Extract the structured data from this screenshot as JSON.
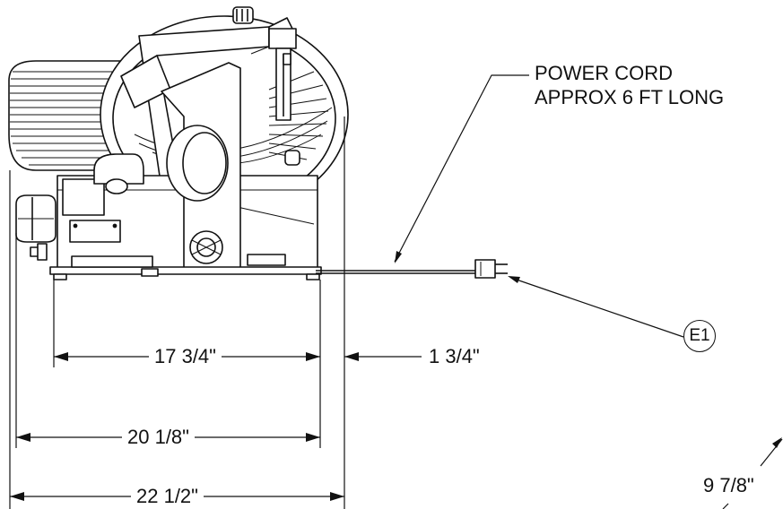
{
  "drawing": {
    "power_cord_note": [
      "POWER CORD",
      "APPROX 6 FT LONG"
    ],
    "callout_label": "E1",
    "dimensions": {
      "base_width": "17 3/4\"",
      "cord_offset": "1 3/4\"",
      "body_width": "20 1/8\"",
      "overall_width": "22 1/2\"",
      "side_depth": "9 7/8\""
    }
  }
}
